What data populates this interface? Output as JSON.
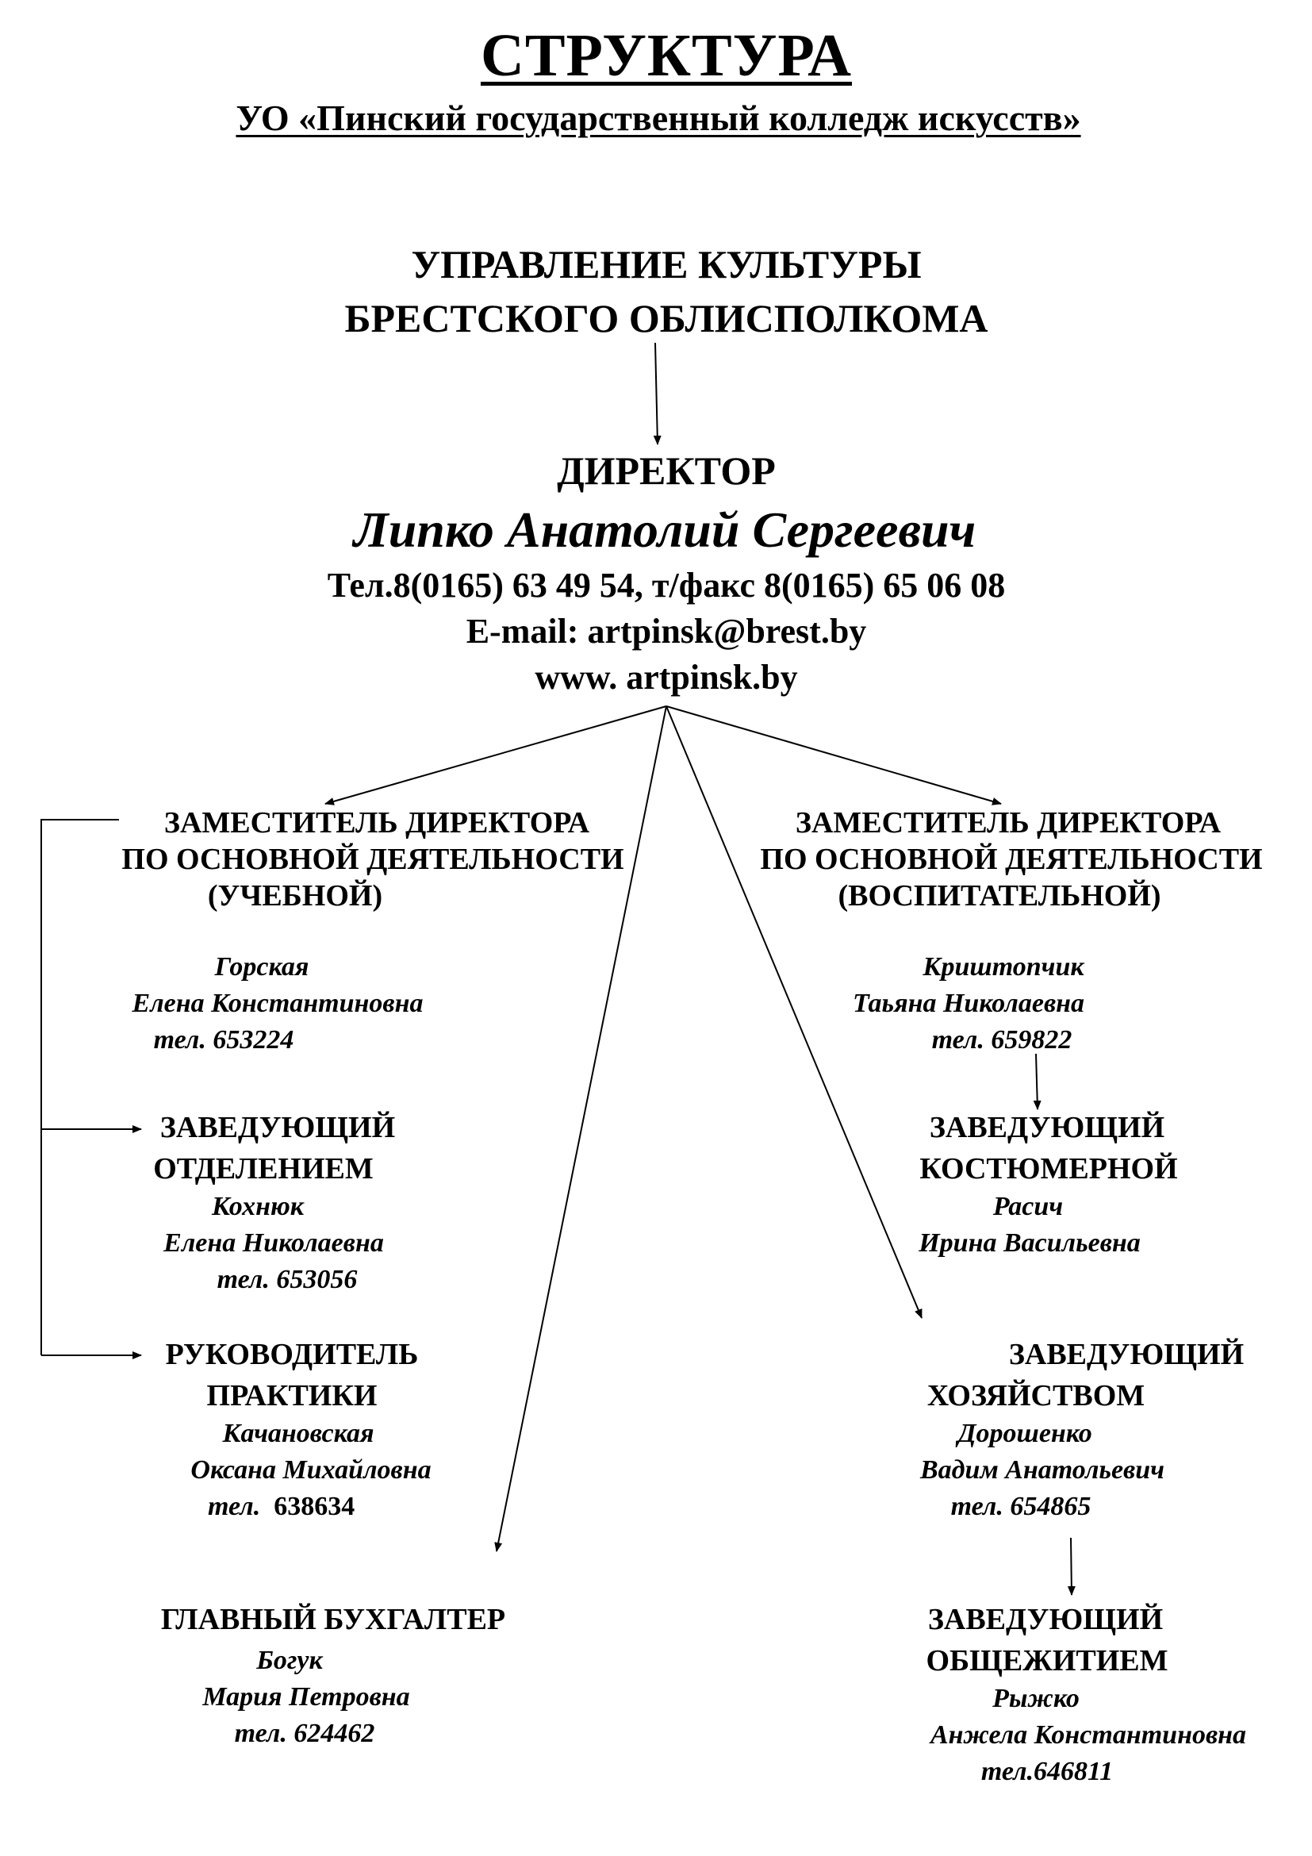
{
  "header": {
    "title": "СТРУКТУРА",
    "subtitle": "УО «Пинский государственный колледж искусств»"
  },
  "top_unit": {
    "line1": "УПРАВЛЕНИЕ КУЛЬТУРЫ",
    "line2": "БРЕСТСКОГО ОБЛИСПОЛКОМА"
  },
  "director": {
    "title": "ДИРЕКТОР",
    "name": "Липко Анатолий Сергеевич",
    "phones": "Тел.8(0165) 63 49 54, т/факс 8(0165) 65 06 08",
    "email": "E-mail: artpinsk@brest.by",
    "site": "www. artpinsk.by"
  },
  "deputy_study": {
    "line1": "ЗАМЕСТИТЕЛЬ ДИРЕКТОРА",
    "line2": "ПО ОСНОВНОЙ ДЕЯТЕЛЬНОСТИ",
    "line3": "(УЧЕБНОЙ)",
    "surname": "Горская",
    "given": "Елена Константиновна",
    "phone": "тел. 653224"
  },
  "deputy_edu": {
    "line1": "ЗАМЕСТИТЕЛЬ  ДИРЕКТОРА",
    "line2": "ПО ОСНОВНОЙ ДЕЯТЕЛЬНОСТИ",
    "line3": "(ВОСПИТАТЕЛЬНОЙ)",
    "surname": "Криштопчик",
    "given": "Таьяна Николаевна",
    "phone": "тел. 659822"
  },
  "dept_head": {
    "line1": "ЗАВЕДУЮЩИЙ",
    "line2": "ОТДЕЛЕНИЕМ",
    "surname": "Кохнюк",
    "given": "Елена Николаевна",
    "phone": "тел. 653056"
  },
  "practice_head": {
    "line1": "РУКОВОДИТЕЛЬ",
    "line2": "ПРАКТИКИ",
    "surname": "Качановская",
    "given": "Оксана Михайловна",
    "phone_label": "тел.",
    "phone_number": "638634"
  },
  "accountant": {
    "line1": "ГЛАВНЫЙ БУХГАЛТЕР",
    "surname": "Богук",
    "given": "Мария Петровна",
    "phone": "тел. 624462"
  },
  "costume_head": {
    "line1": "ЗАВЕДУЮЩИЙ",
    "line2": "КОСТЮМЕРНОЙ",
    "surname": "Расич",
    "given": "Ирина Васильевна"
  },
  "household_head": {
    "line1": "ЗАВЕДУЮЩИЙ",
    "line2": "ХОЗЯЙСТВОМ",
    "surname": "Дорошенко",
    "given": "Вадим Анатольевич",
    "phone": "тел. 654865"
  },
  "dorm_head": {
    "line1": "ЗАВЕДУЮЩИЙ",
    "line2": "ОБЩЕЖИТИЕМ",
    "surname": "Рыжко",
    "given": "Анжела Константиновна",
    "phone": "тел.646811"
  }
}
